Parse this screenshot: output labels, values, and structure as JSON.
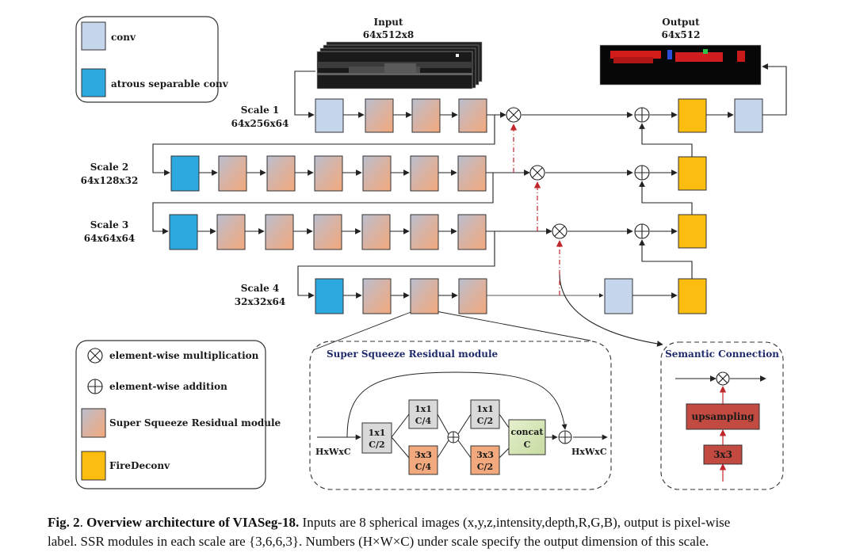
{
  "input": {
    "title": "Input",
    "dims": "64x512x8"
  },
  "output": {
    "title": "Output",
    "dims": "64x512"
  },
  "legend_top": [
    {
      "label": "conv",
      "color": "#c5d5ec"
    },
    {
      "label": "atrous separable conv",
      "color": "#2da9e0"
    }
  ],
  "scales": [
    {
      "name": "Scale 1",
      "dims": "64x256x64"
    },
    {
      "name": "Scale 2",
      "dims": "64x128x32"
    },
    {
      "name": "Scale 3",
      "dims": "64x64x64"
    },
    {
      "name": "Scale 4",
      "dims": "32x32x64"
    }
  ],
  "legend_bottom": [
    {
      "label": "element-wise multiplication"
    },
    {
      "label": "element-wise addition"
    },
    {
      "label": "Super Squeeze Residual module"
    },
    {
      "label": "FireDeconv"
    }
  ],
  "ssr": {
    "title": "Super Squeeze Residual module",
    "in_label": "HxWxC",
    "out_label": "HxWxC",
    "first": [
      "1x1",
      "C/2"
    ],
    "top1": [
      "1x1",
      "C/4"
    ],
    "bot1": [
      "3x3",
      "C/4"
    ],
    "top2": [
      "1x1",
      "C/2"
    ],
    "bot2": [
      "3x3",
      "C/2"
    ],
    "concat": [
      "concat",
      "C"
    ]
  },
  "semantic": {
    "title": "Semantic Connection",
    "upsampling": "upsampling",
    "conv": "3x3"
  },
  "caption": {
    "fig": "Fig. 2",
    "sep": ". ",
    "bold_title": "Overview architecture of VIASeg-18.",
    "line1_rest": " Inputs are 8 spherical images (x,y,z,intensity,depth,R,G,B), output is pixel-wise",
    "line2": "label. SSR modules in each scale are {3,6,6,3}. Numbers (H×W×C) under scale specify the output dimension of this scale."
  },
  "colors": {
    "conv": "#c5d5ec",
    "atrous": "#2da9e0",
    "firedeconv": "#fbbd0f",
    "ssr_a": "#b9bfcf",
    "ssr_b": "#f2a97d",
    "arrow_red": "#c0272d",
    "module_red": "#c24a40"
  }
}
